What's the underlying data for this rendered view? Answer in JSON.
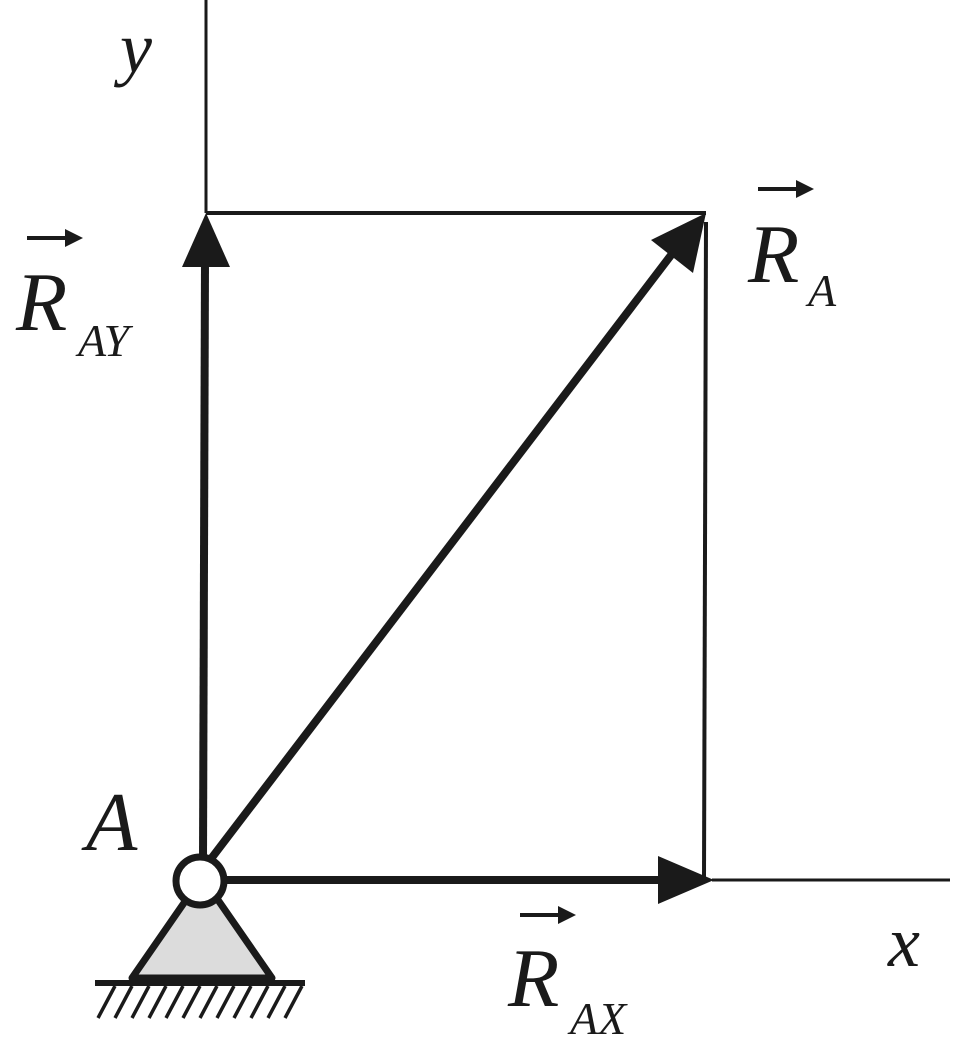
{
  "axes": {
    "x_label": "x",
    "y_label": "y"
  },
  "point": {
    "label": "A"
  },
  "vectors": {
    "resultant": {
      "symbol": "R",
      "subscript": "A"
    },
    "y_component": {
      "symbol": "R",
      "subscript": "AY"
    },
    "x_component": {
      "symbol": "R",
      "subscript": "AX"
    }
  },
  "colors": {
    "ink": "#1a1a1a",
    "support_fill": "#dcdcdc",
    "background": "#ffffff"
  }
}
